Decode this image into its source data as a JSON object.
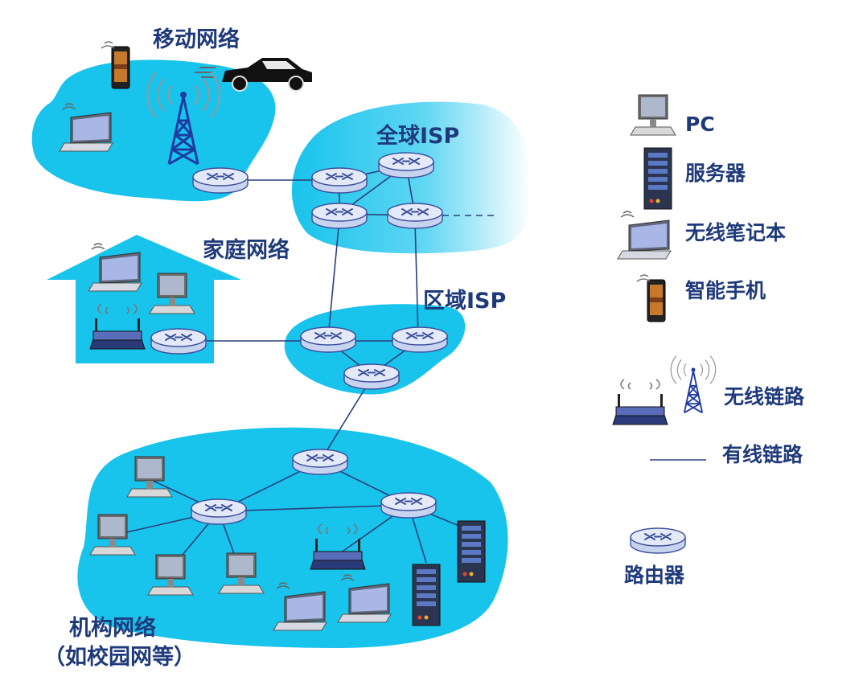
{
  "regions": {
    "mobile": "移动网络",
    "global_isp": "全球ISP",
    "home": "家庭网络",
    "regional_isp": "区域ISP",
    "institution_line1": "机构网络",
    "institution_line2": "（如校园网等）"
  },
  "legend": {
    "pc": "PC",
    "server": "服务器",
    "wireless_laptop": "无线笔记本",
    "smartphone": "智能手机",
    "wireless_link": "无线链路",
    "wired_link": "有线链路",
    "router": "路由器"
  },
  "colors": {
    "cloud": "#18c3ec",
    "router_fill": "#dfe6f7",
    "router_stroke": "#3b4f9c",
    "label": "#1f3a7a",
    "tower": "#1f3aa0"
  }
}
